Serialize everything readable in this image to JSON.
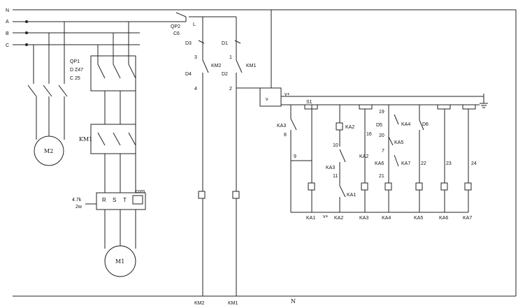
{
  "lines": {
    "n_top": "N",
    "a": "A",
    "b": "B",
    "c": "C",
    "n_bottom": "N"
  },
  "breakers": {
    "qp1_lines": [
      "QP1",
      "D Z47",
      "C 25"
    ],
    "qp2_lines": [
      "QP2",
      "C6"
    ],
    "l": "L"
  },
  "motors": {
    "m2": "M2",
    "m1": "M1"
  },
  "contactor": {
    "km1_main": "KM1"
  },
  "inverter": {
    "resistor_lines": [
      "4.7k",
      "2w"
    ],
    "terminals": [
      "R",
      "S",
      "T"
    ],
    "com": "com"
  },
  "control_left": {
    "d3": "D3",
    "d4": "D4",
    "km2": "KM2",
    "n3": "3",
    "n4": "4",
    "d1": "D1",
    "d2": "D2",
    "km1": "KM1",
    "n1": "1",
    "n2": "2",
    "coil_km2": "KM2",
    "coil_km1": "KM1"
  },
  "control_right": {
    "vplus_small": "v+",
    "vplus_box": "v",
    "s1": "S1",
    "ka3_left": "KA3",
    "n8": "8",
    "n9": "9",
    "ka2_box": "KA2",
    "n10": "10",
    "ka3_mid": "KA3",
    "n11": "11",
    "ka1_mid": "KA1",
    "ka2_contact": "KA2",
    "n16": "16",
    "n19": "19",
    "d5": "D5",
    "ka4_contact": "KA4",
    "n20": "20",
    "ka5_contact": "KA5",
    "n7": "7",
    "ka6_contact": "KA6",
    "ka7_contact": "KA7",
    "n21": "21",
    "d6": "D6",
    "n22": "22",
    "n23": "23",
    "n24": "24",
    "coils": [
      "KA1",
      "KA2",
      "KA3",
      "KA4",
      "KA5",
      "KA6",
      "KA7"
    ],
    "vplus_coil": "v+"
  }
}
